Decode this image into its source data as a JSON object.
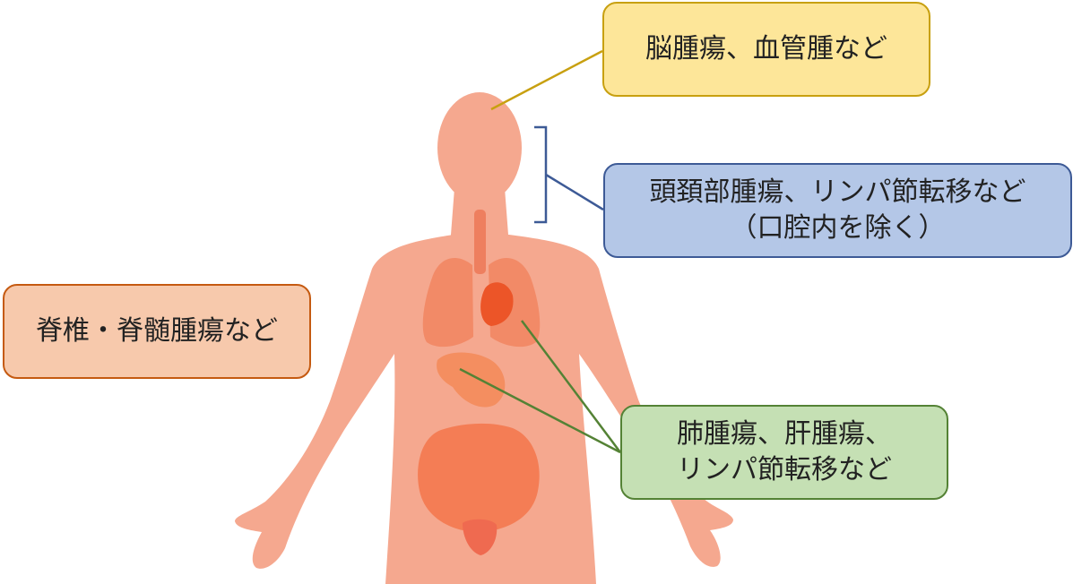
{
  "callouts": {
    "brain": {
      "lines": [
        "脳腫瘍、血管腫など"
      ],
      "fill": "#fde699",
      "border": "#c8a010"
    },
    "head_neck": {
      "lines": [
        "頭頚部腫瘍、リンパ節転移など",
        "（口腔内を除く）"
      ],
      "fill": "#b4c7e7",
      "border": "#3d5a96"
    },
    "spine": {
      "lines": [
        "脊椎・脊髄腫瘍など"
      ],
      "fill": "#f7c9ac",
      "border": "#c55a11"
    },
    "trunk": {
      "lines": [
        "肺腫瘍、肝腫瘍、",
        "リンパ節転移など"
      ],
      "fill": "#c5e0b4",
      "border": "#548235"
    }
  },
  "colors": {
    "body": "#f5a88f",
    "lung": "#f28a67",
    "heart": "#ec5528",
    "stomach": "#f48e60",
    "intestine": "#f47d55",
    "bladder": "#ef6a50",
    "trachea": "#ee7f5f"
  }
}
